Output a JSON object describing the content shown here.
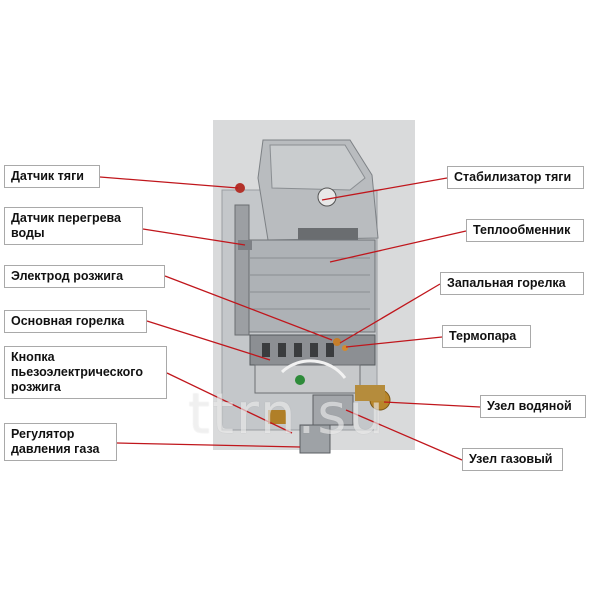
{
  "labels": {
    "draft_sensor": "Датчик тяги",
    "overheat_sensor": "Датчик перегрева\nводы",
    "ignition_electrode": "Электрод розжига",
    "main_burner": "Основная горелка",
    "piezo_button": "Кнопка\nпьезоэлектрического\nрозжига",
    "gas_regulator": "Регулятор\nдавления газа",
    "draft_stabilizer": "Стабилизатор тяги",
    "heat_exchanger": "Теплообменник",
    "pilot_burner": "Запальная горелка",
    "thermocouple": "Термопара",
    "water_unit": "Узел водяной",
    "gas_unit": "Узел газовый"
  },
  "watermark": "ttrn.su",
  "colors": {
    "leader_line": "#c0161c",
    "label_border": "#a9a9a9",
    "backdrop": "#d9dadb",
    "casing": "#b8bcc0"
  },
  "icons": {
    "leader": "red-line",
    "heater": "gas-water-heater-photo"
  }
}
